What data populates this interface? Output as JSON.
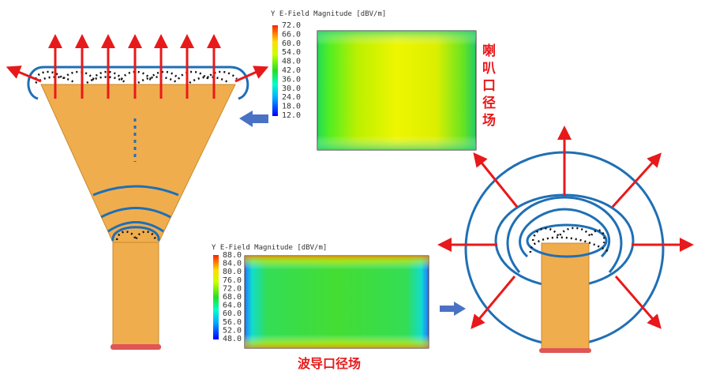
{
  "colors": {
    "horn": "#f0ad4e",
    "horn_edge": "#c98a2b",
    "field_line": "#1f6fb5",
    "arrow": "#e8191a",
    "flange": "#e05555",
    "label_red": "#e8191a",
    "blue_arrow": "#4a72c4"
  },
  "top_plot": {
    "title": "Y E-Field Magnitude [dBV/m]",
    "scale_values": [
      "72.0",
      "66.0",
      "60.0",
      "54.0",
      "48.0",
      "42.0",
      "36.0",
      "30.0",
      "24.0",
      "18.0",
      "12.0"
    ],
    "caption_chars": [
      "喇",
      "叭",
      "口",
      "径",
      "场"
    ]
  },
  "bottom_plot": {
    "title": "Y E-Field Magnitude [dBV/m]",
    "scale_values": [
      "88.0",
      "84.0",
      "80.0",
      "76.0",
      "72.0",
      "68.0",
      "64.0",
      "60.0",
      "56.0",
      "52.0",
      "48.0"
    ],
    "caption": "波导口径场"
  },
  "icons": {
    "left_block_arrow": "left-block-arrow-icon",
    "right_block_arrow": "right-block-arrow-icon"
  }
}
